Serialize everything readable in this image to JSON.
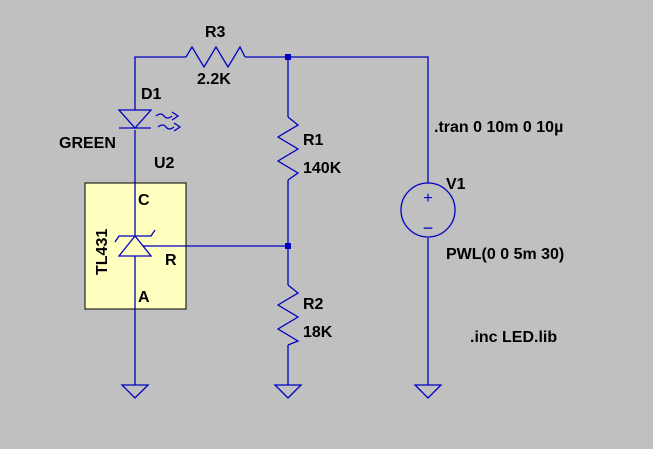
{
  "colors": {
    "background": "#c0c0c0",
    "wire": "#0000c0",
    "symbol_fill": "#ffffc0",
    "text": "#000000"
  },
  "components": {
    "R3": {
      "ref": "R3",
      "value": "2.2K"
    },
    "R1": {
      "ref": "R1",
      "value": "140K"
    },
    "R2": {
      "ref": "R2",
      "value": "18K"
    },
    "D1": {
      "ref": "D1",
      "value": "GREEN"
    },
    "U2": {
      "ref": "U2",
      "part": "TL431",
      "pins": {
        "cathode": "C",
        "ref": "R",
        "anode": "A"
      }
    },
    "V1": {
      "ref": "V1",
      "value": "PWL(0 0 5m 30)",
      "plus": "+",
      "minus": "−"
    }
  },
  "directives": {
    "tran": ".tran 0 10m 0 10µ",
    "inc": ".inc LED.lib"
  }
}
